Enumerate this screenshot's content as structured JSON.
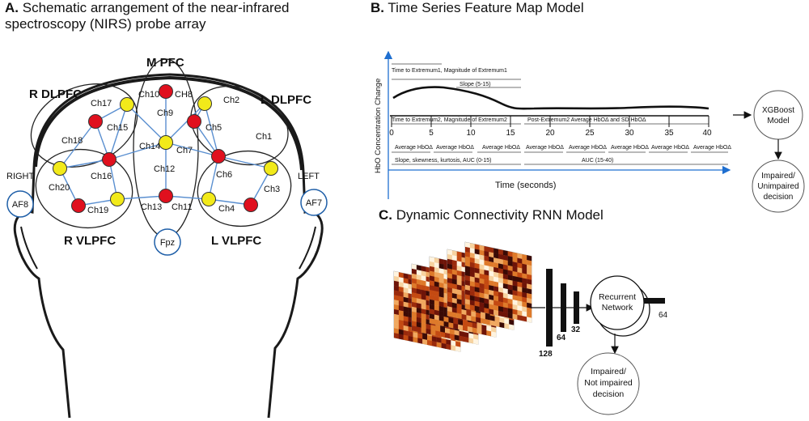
{
  "panel_a": {
    "letter": "A.",
    "title_line1": "Schematic arrangement of the near-infrared",
    "title_line2": "spectroscopy (NIRS) probe array",
    "regions": {
      "mpfc": "M PFC",
      "rdlpfc": "R DLPFC",
      "ldlpfc": "L DLPFC",
      "rvlpfc": "R VLPFC",
      "lvlpfc": "L VLPFC"
    },
    "side_right": "RIGHT",
    "side_left": "LEFT",
    "refs": {
      "af8": "AF8",
      "af7": "AF7",
      "fpz": "Fpz"
    },
    "channels": {
      "ch1": "Ch1",
      "ch2": "Ch2",
      "ch3": "Ch3",
      "ch4": "Ch4",
      "ch5": "Ch5",
      "ch6": "Ch6",
      "ch7": "Ch7",
      "ch8": "CH8",
      "ch9": "Ch9",
      "ch10": "Ch10",
      "ch11": "Ch11",
      "ch12": "Ch12",
      "ch13": "Ch13",
      "ch14": "Ch14",
      "ch15": "Ch15",
      "ch16": "Ch16",
      "ch17": "Ch17",
      "ch18": "Ch18",
      "ch19": "Ch19",
      "ch20": "Ch20"
    },
    "colors": {
      "emitter": "#e0101e",
      "detector": "#f2ea1a",
      "link": "#5a8fd0",
      "ref_ring": "#1f5fa8"
    }
  },
  "panel_b": {
    "letter": "B.",
    "title": "Time Series Feature Map Model",
    "ylabel": "HbO Concentration Change",
    "xlabel": "Time (seconds)",
    "ticks": [
      "0",
      "5",
      "10",
      "15",
      "20",
      "25",
      "30",
      "35",
      "40"
    ],
    "feat_extremum1": "Time to Extremum1, Magnitude of Extremum1",
    "feat_slope": "Slope (5-15)",
    "feat_extremum2": "Time to Extremum2, Magnitude of Extremum2",
    "feat_post": "Post-Extremum2 Average HbOΔ and SD HbOΔ",
    "avg_label": "Average HbOΔ",
    "feat_slope_stats": "Slope, skewness, kurtosis, AUC (0-15)",
    "feat_auc": "AUC (15-40)",
    "xgboost": "XGBoost Model",
    "decision": "Impaired/ Unimpaired decision",
    "accent": "#1f6fd0"
  },
  "panel_c": {
    "letter": "C.",
    "title": "Dynamic Connectivity RNN Model",
    "layer_sizes": [
      "128",
      "64",
      "32"
    ],
    "recurrent": "Recurrent Network",
    "recurrent_size": "64",
    "decision": "Impaired/ Not impaired decision"
  }
}
